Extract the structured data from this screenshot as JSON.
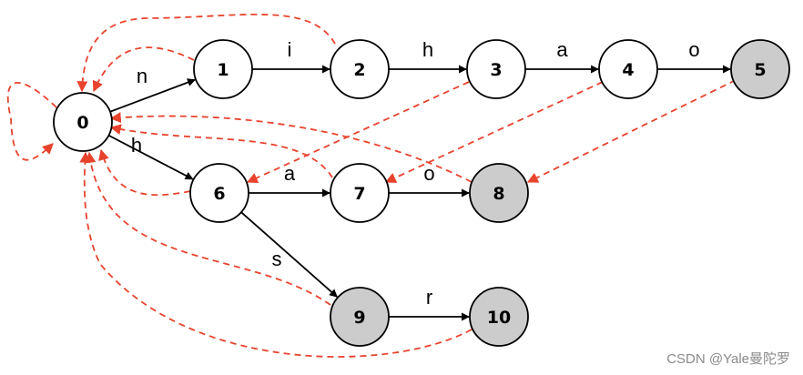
{
  "diagram": {
    "nodes": [
      {
        "id": "0",
        "label": "0",
        "accept": false
      },
      {
        "id": "1",
        "label": "1",
        "accept": false
      },
      {
        "id": "2",
        "label": "2",
        "accept": false
      },
      {
        "id": "3",
        "label": "3",
        "accept": false
      },
      {
        "id": "4",
        "label": "4",
        "accept": false
      },
      {
        "id": "5",
        "label": "5",
        "accept": true
      },
      {
        "id": "6",
        "label": "6",
        "accept": false
      },
      {
        "id": "7",
        "label": "7",
        "accept": false
      },
      {
        "id": "8",
        "label": "8",
        "accept": true
      },
      {
        "id": "9",
        "label": "9",
        "accept": true
      },
      {
        "id": "10",
        "label": "10",
        "accept": true
      }
    ],
    "goto_edges": [
      {
        "from": "0",
        "to": "1",
        "label": "n"
      },
      {
        "from": "1",
        "to": "2",
        "label": "i"
      },
      {
        "from": "2",
        "to": "3",
        "label": "h"
      },
      {
        "from": "3",
        "to": "4",
        "label": "a"
      },
      {
        "from": "4",
        "to": "5",
        "label": "o"
      },
      {
        "from": "0",
        "to": "6",
        "label": "h"
      },
      {
        "from": "6",
        "to": "7",
        "label": "a"
      },
      {
        "from": "7",
        "to": "8",
        "label": "o"
      },
      {
        "from": "6",
        "to": "9",
        "label": "s"
      },
      {
        "from": "9",
        "to": "10",
        "label": "r"
      }
    ],
    "fail_edges": [
      {
        "from": "0",
        "to": "0"
      },
      {
        "from": "1",
        "to": "0"
      },
      {
        "from": "2",
        "to": "0"
      },
      {
        "from": "3",
        "to": "6"
      },
      {
        "from": "4",
        "to": "7"
      },
      {
        "from": "5",
        "to": "8"
      },
      {
        "from": "6",
        "to": "0"
      },
      {
        "from": "7",
        "to": "0"
      },
      {
        "from": "8",
        "to": "0"
      },
      {
        "from": "9",
        "to": "0"
      },
      {
        "from": "10",
        "to": "0"
      }
    ],
    "colors": {
      "node_fill": "#ffffff",
      "accept_fill": "#cccccc",
      "stroke": "#000000",
      "fail_edge": "#e8432d"
    }
  },
  "watermark": "CSDN @Yale曼陀罗"
}
